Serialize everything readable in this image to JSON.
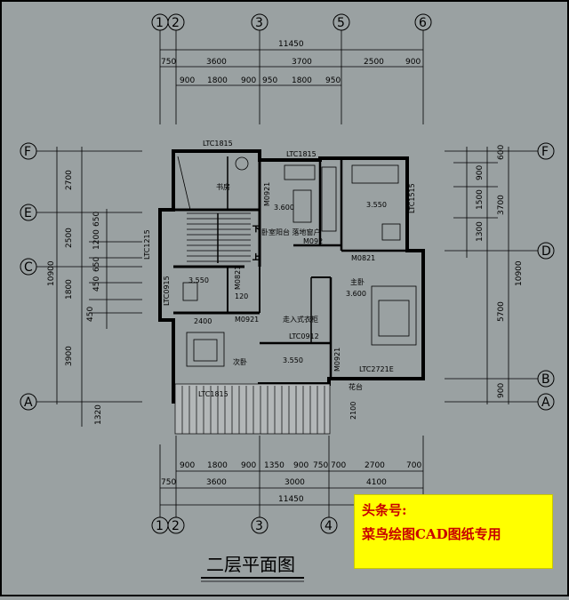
{
  "drawing": {
    "title": "二层平面图",
    "top_overall": "11450",
    "bottom_overall": "11450",
    "left_overall": "10900",
    "right_overall": "10900",
    "top_row1": [
      "750",
      "3600",
      "3700",
      "2500",
      "900"
    ],
    "top_row2": [
      "900",
      "1800",
      "900",
      "950",
      "1800",
      "950"
    ],
    "bottom_row1": [
      "900",
      "1800",
      "900",
      "1350",
      "900",
      "750",
      "700",
      "2700",
      "700"
    ],
    "bottom_row2": [
      "750",
      "3600",
      "3000",
      "4100"
    ],
    "left_dims": [
      "2700",
      "2500",
      "1800",
      "3900",
      "1320"
    ],
    "left_small": [
      "650",
      "1200",
      "650",
      "450",
      "450"
    ],
    "right_dims": [
      "900",
      "1500",
      "1300",
      "3700",
      "5700",
      "900"
    ],
    "right_small": [
      "600"
    ],
    "axes_top": [
      "1",
      "2",
      "3",
      "5",
      "6"
    ],
    "axes_bottom": [
      "1",
      "2",
      "3",
      "4"
    ],
    "axes_left": [
      "F",
      "E",
      "C",
      "A"
    ],
    "axes_right": [
      "F",
      "D",
      "B",
      "A"
    ],
    "rooms": {
      "study": "书房",
      "master": "主卧",
      "second": "次卧",
      "closet": "走入式衣柜",
      "flower": "花台"
    },
    "windows": [
      "LTC1815",
      "LTC1815",
      "LTC1515",
      "LTC1215",
      "LTC0915",
      "LTC0912",
      "LTC2721E",
      "LTC1815"
    ],
    "doors": [
      "M0921",
      "M092",
      "M0821",
      "M0821",
      "M0921",
      "M0921"
    ],
    "levels": [
      "3.600",
      "3.550",
      "3.550",
      "3.600",
      "3.550"
    ],
    "misc": [
      "下",
      "上",
      "120",
      "2400",
      "2100",
      "卧室阳台\n落地窗户"
    ]
  },
  "banner": {
    "line1": "头条号:",
    "line2": "菜鸟绘图CAD图纸专用"
  }
}
